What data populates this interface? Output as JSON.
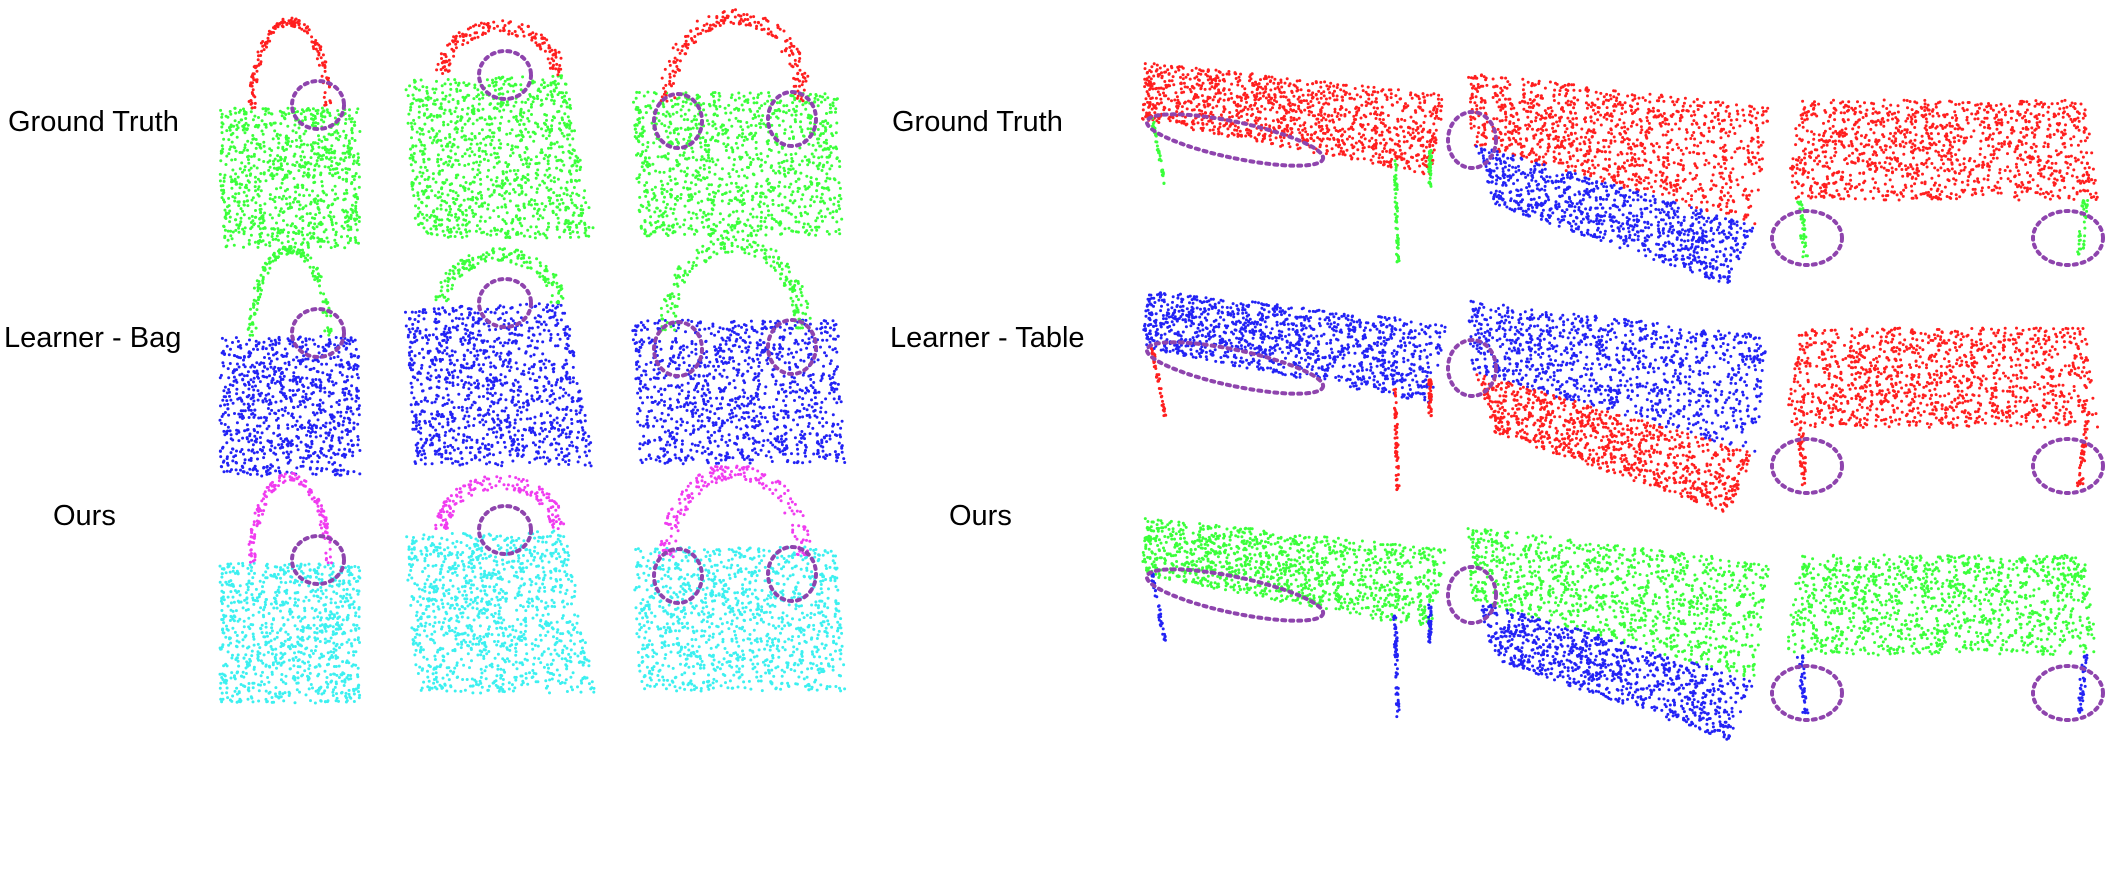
{
  "row_labels_left": [
    "Ground Truth",
    "Learner - Bag",
    "Ours"
  ],
  "row_labels_right": [
    "Ground Truth",
    "Learner - Table",
    "Ours"
  ],
  "colors": {
    "red": "#ff1f1f",
    "green": "#3bff3b",
    "blue": "#2323f5",
    "magenta": "#f03cf0",
    "cyan": "#3cf0f0",
    "highlight_ellipse": "#8e44ad"
  },
  "rows": [
    {
      "bag": {
        "handle": "red",
        "body": "green"
      },
      "table": [
        {
          "top": "red",
          "legs": "green"
        },
        {
          "top": "red",
          "side": "blue"
        },
        {
          "top": "red",
          "legs": "green"
        }
      ]
    },
    {
      "bag": {
        "handle": "green",
        "body": "blue"
      },
      "table": [
        {
          "top": "blue",
          "legs": "red"
        },
        {
          "top": "blue",
          "side": "red"
        },
        {
          "top": "red",
          "legs": "red"
        }
      ]
    },
    {
      "bag": {
        "handle": "magenta",
        "body": "cyan"
      },
      "table": [
        {
          "top": "green",
          "legs": "blue"
        },
        {
          "top": "green",
          "side": "blue"
        },
        {
          "top": "green",
          "legs": "blue"
        }
      ]
    }
  ]
}
